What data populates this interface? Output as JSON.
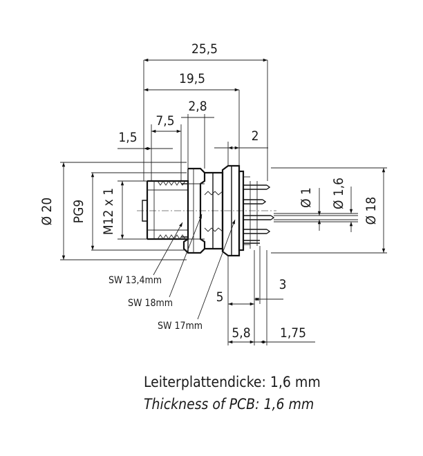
{
  "dimensions": {
    "overall_length": "25,5",
    "body_length": "19,5",
    "nut_width": "2,8",
    "thread_length": "7,5",
    "front_offset": "1,5",
    "pcb_offset": "2",
    "diameter_20": "Ø 20",
    "pg9": "PG9",
    "m12": "M12 x 1",
    "pin_diameter": "Ø 1",
    "hole_diameter": "Ø 1,6",
    "pcd_diameter": "Ø 18",
    "dim_5": "5",
    "dim_3": "3",
    "dim_5_8": "5,8",
    "dim_1_75": "1,75"
  },
  "wrench_sizes": {
    "sw1": "SW 13,4mm",
    "sw2": "SW 18mm",
    "sw3": "SW 17mm"
  },
  "caption": {
    "german": "Leiterplattendicke: 1,6 mm",
    "english": "Thickness of PCB: 1,6 mm"
  }
}
